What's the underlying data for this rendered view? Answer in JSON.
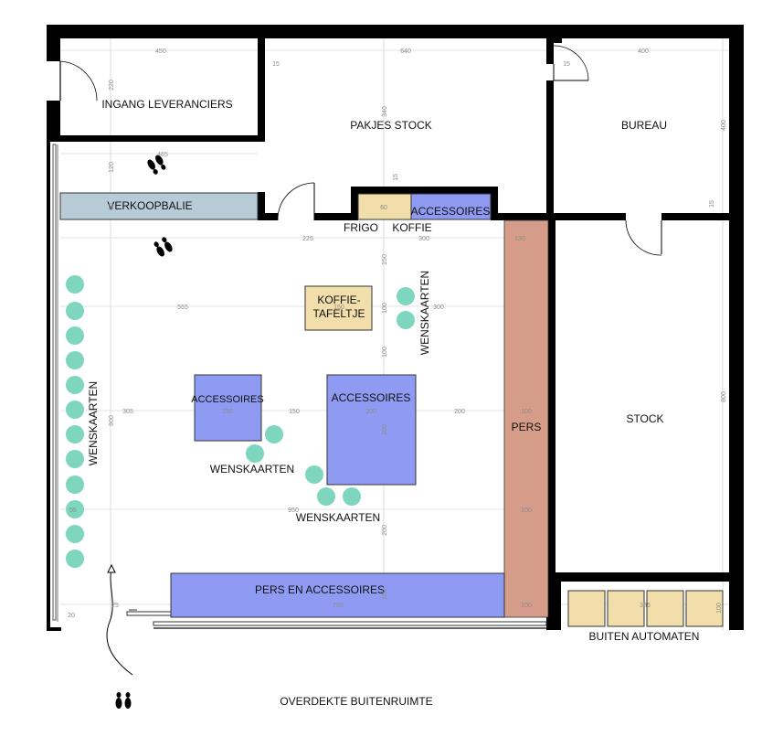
{
  "plan": {
    "rooms": {
      "ingang": "INGANG LEVERANCIERS",
      "pakjes": "PAKJES STOCK",
      "bureau": "BUREAU",
      "stock": "STOCK",
      "buiten_automaten": "BUITEN AUTOMATEN",
      "buitenruimte": "OVERDEKTE BUITENRUIMTE"
    },
    "furniture": {
      "verkoopbalie": "VERKOOPBALIE",
      "frigo": "FRIGO",
      "koffie": "KOFFIE",
      "accessoires_wall": "ACCESSOIRES",
      "koffietafeltje_1": "KOFFIE-",
      "koffietafeltje_2": "TAFELTJE",
      "accessoires_small": "ACCESSOIRES",
      "accessoires_large": "ACCESSOIRES",
      "pers": "PERS",
      "pers_en_accessoires": "PERS EN ACCESSOIRES"
    },
    "wenskaarten": {
      "left_wall": "WENSKAARTEN",
      "center": "WENSKAARTEN",
      "bottom": "WENSKAARTEN",
      "top_right": "WENSKAARTEN"
    },
    "dimensions": {
      "d450": "450",
      "d640": "640",
      "d400a": "400",
      "d15a": "15",
      "d15b": "15",
      "d220": "220",
      "d340": "340",
      "d400b": "400",
      "d15c": "15",
      "d465": "465",
      "d120": "120",
      "d60a": "60",
      "d60b": "60",
      "d15d": "15",
      "d225": "225",
      "d300a": "300",
      "d130": "130",
      "d555": "555",
      "d150a": "150",
      "d100a": "100",
      "d300b": "300",
      "d150b": "150",
      "d100b": "100",
      "d305": "305",
      "d150c": "150",
      "d150d": "150",
      "d200a": "200",
      "d200b": "200",
      "d100c": "100",
      "d900": "900",
      "d800": "800",
      "d250": "250",
      "d55": "55",
      "d950": "950",
      "d100d": "100",
      "d200c": "200",
      "d755": "755",
      "d100e": "100",
      "d100f": "100",
      "d20": "20",
      "d25": "25",
      "d385": "385",
      "d100g": "100"
    },
    "colors": {
      "wall": "#000000",
      "counter": "#b8ccd8",
      "accessoires": "#8f9bf2",
      "koffie": "#f2deaa",
      "pers": "#d69c8a",
      "wenskaart_dot": "#7dd6bd",
      "automaat": "#f2deaa"
    }
  }
}
